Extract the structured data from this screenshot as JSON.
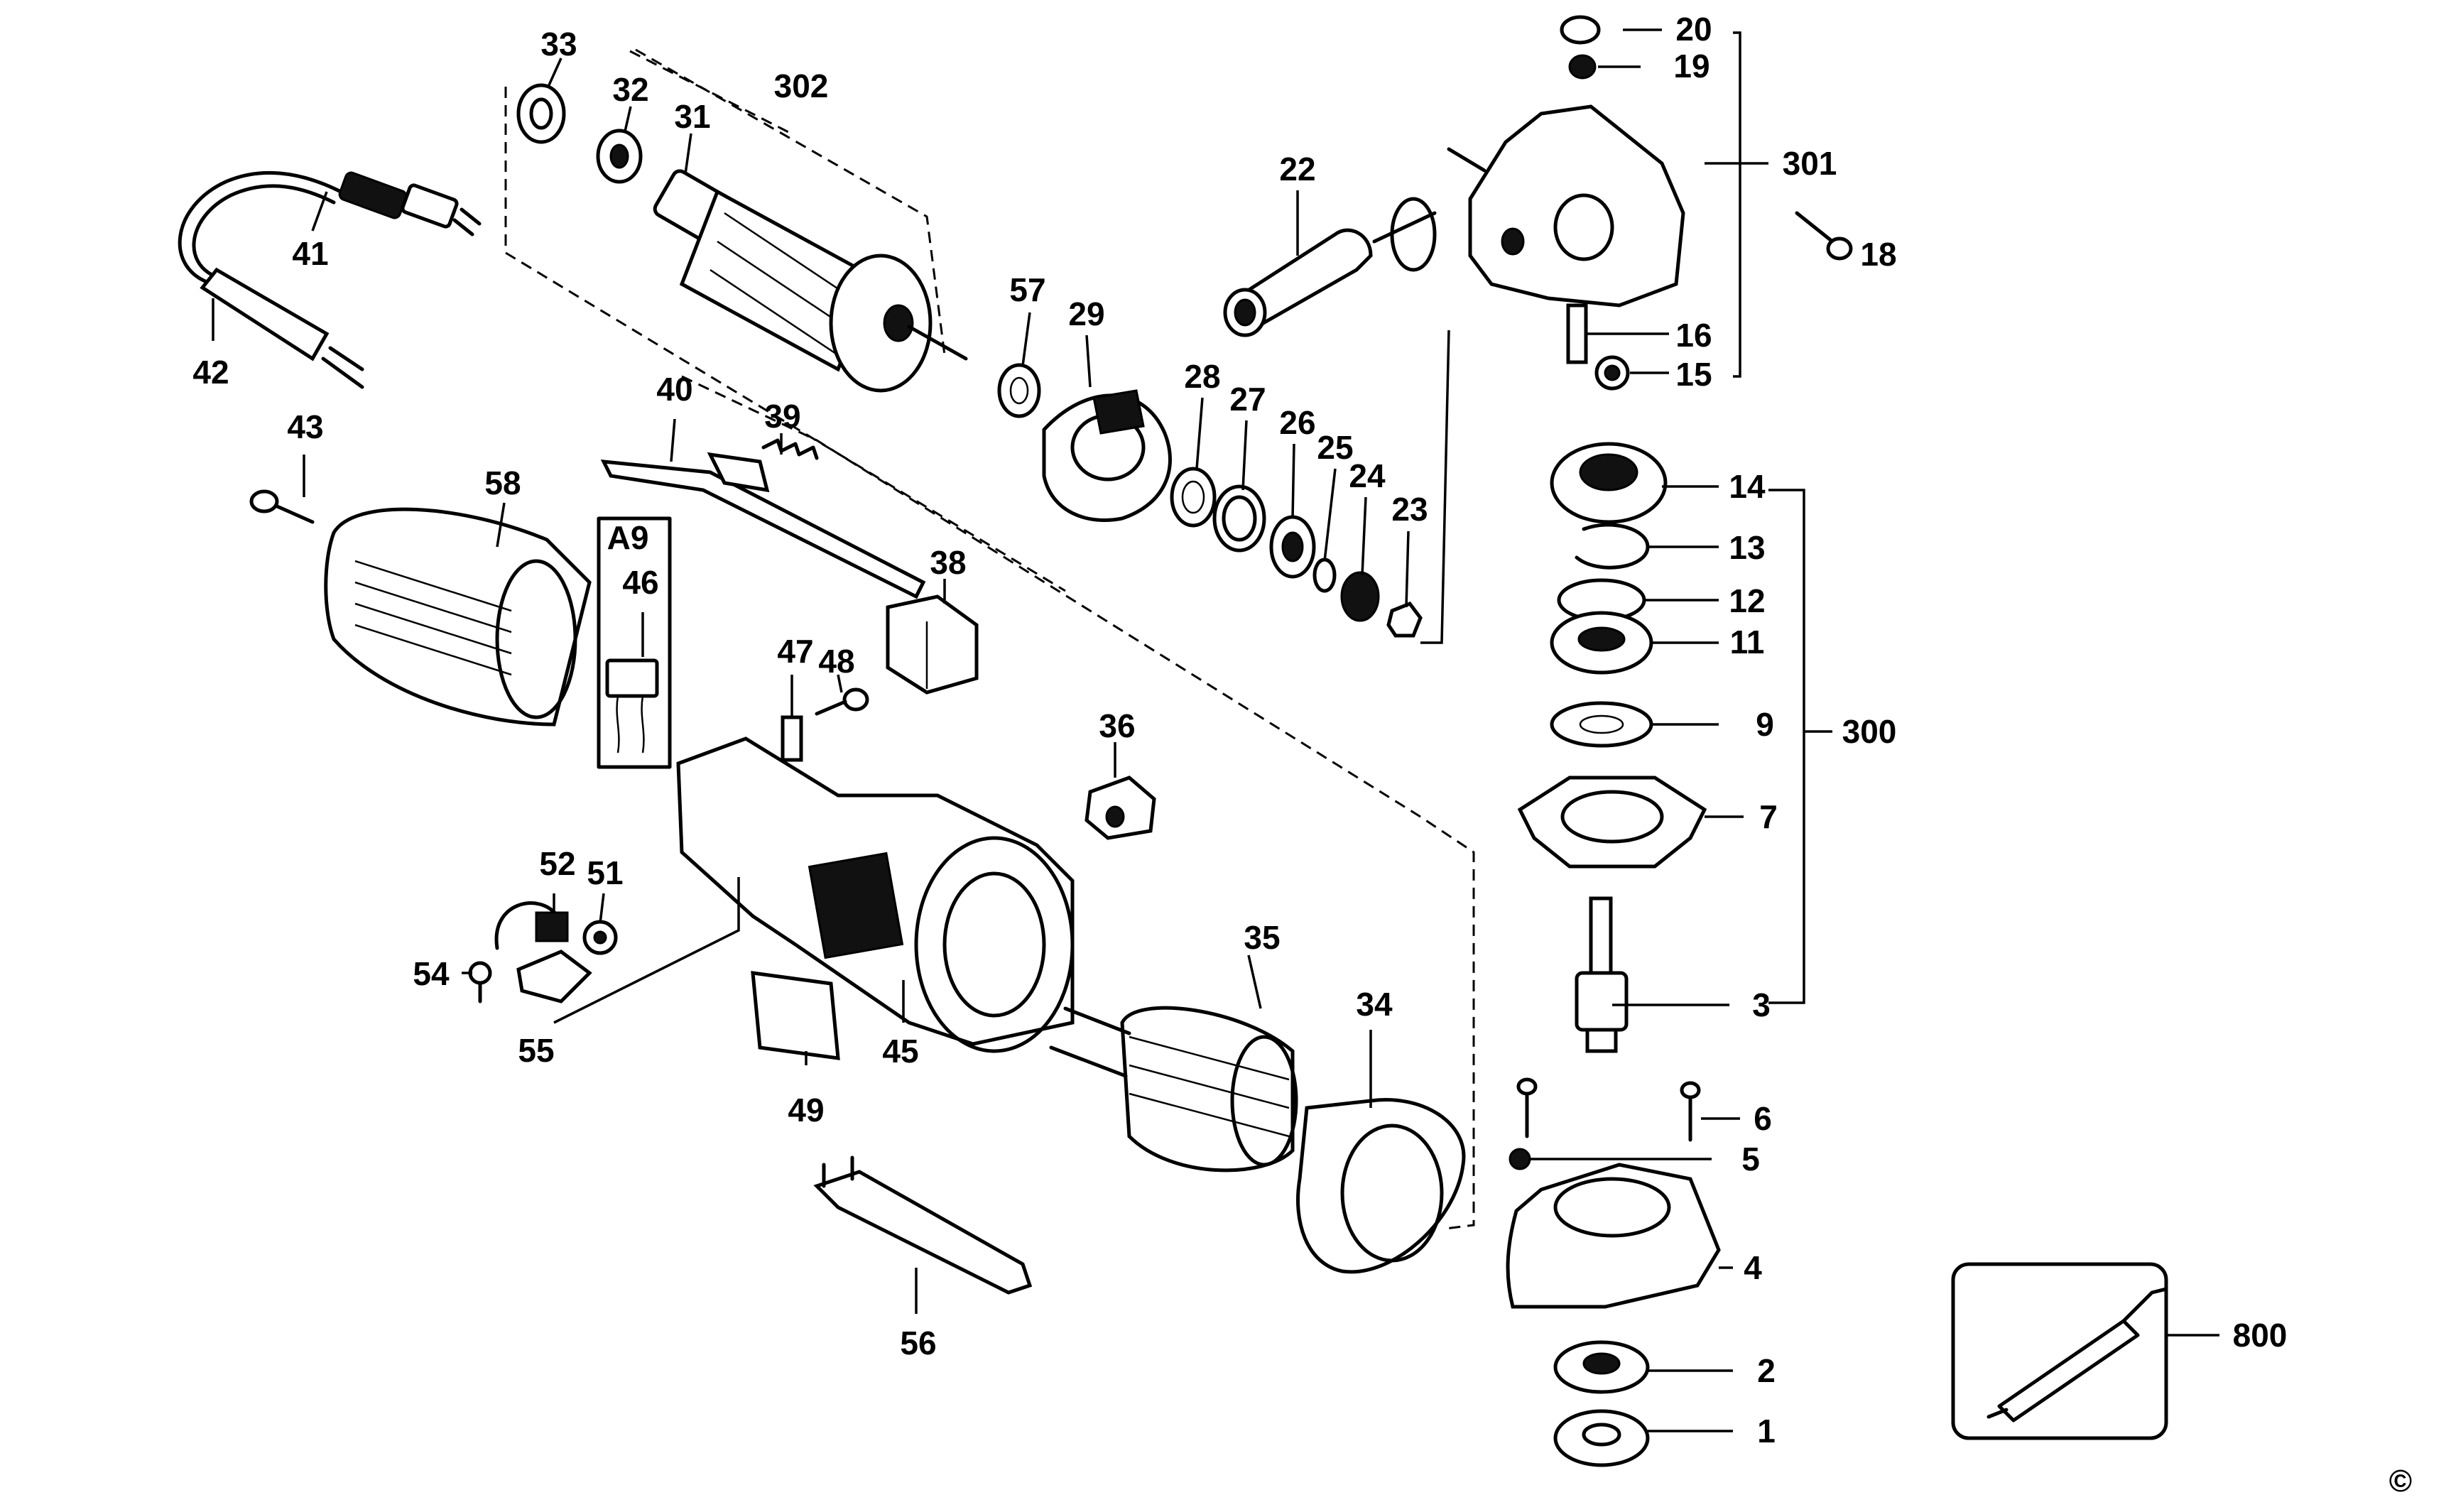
{
  "labels": {
    "p1": "1",
    "p2": "2",
    "p3": "3",
    "p4": "4",
    "p5": "5",
    "p6": "6",
    "p7": "7",
    "p9": "9",
    "p11": "11",
    "p12": "12",
    "p13": "13",
    "p14": "14",
    "p15": "15",
    "p16": "16",
    "p18": "18",
    "p19": "19",
    "p20": "20",
    "p22": "22",
    "p23": "23",
    "p24": "24",
    "p25": "25",
    "p26": "26",
    "p27": "27",
    "p28": "28",
    "p29": "29",
    "p31": "31",
    "p32": "32",
    "p33": "33",
    "p34": "34",
    "p35": "35",
    "p36": "36",
    "p38": "38",
    "p39": "39",
    "p40": "40",
    "p41": "41",
    "p42": "42",
    "p43": "43",
    "p45": "45",
    "p46": "46",
    "p47": "47",
    "p48": "48",
    "p49": "49",
    "p51": "51",
    "p52": "52",
    "p54": "54",
    "p55": "55",
    "p56": "56",
    "p57": "57",
    "p58": "58",
    "p300": "300",
    "p301": "301",
    "p302": "302",
    "p800": "800",
    "a9": "A9",
    "copyright": "©"
  }
}
